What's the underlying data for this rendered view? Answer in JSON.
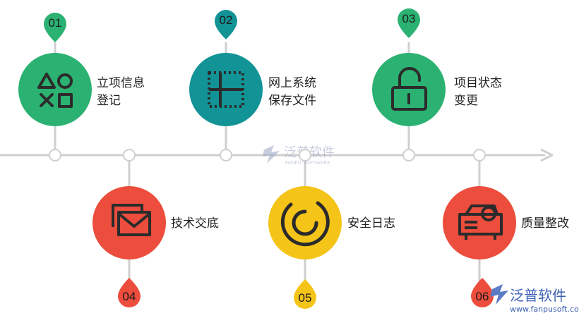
{
  "colors": {
    "green": "#2bb272",
    "teal": "#129396",
    "yellow": "#f5c418",
    "red": "#ec4d3c",
    "icon": "#2b2b2b",
    "line": "#cfcfcf",
    "watermark": "#9aa6c4"
  },
  "steps": [
    {
      "number": "01",
      "line1": "立项信息",
      "line2": "登记",
      "icon": "shapes-icon",
      "color": "green"
    },
    {
      "number": "02",
      "line1": "网上系统",
      "line2": "保存文件",
      "icon": "grid-icon",
      "color": "teal"
    },
    {
      "number": "03",
      "line1": "项目状态",
      "line2": "变更",
      "icon": "unlock-icon",
      "color": "green"
    },
    {
      "number": "04",
      "line1": "技术交底",
      "icon": "mail-icon",
      "color": "red"
    },
    {
      "number": "05",
      "line1": "安全日志",
      "icon": "circle-loader-icon",
      "color": "yellow"
    },
    {
      "number": "06",
      "line1": "质量整改",
      "icon": "projector-icon",
      "color": "red"
    }
  ],
  "watermark": {
    "brand": "泛普软件",
    "sub": "FANPU SOFTWARE"
  },
  "logo": {
    "brand": "泛普软件",
    "url": "www.fanpusoft.com"
  }
}
